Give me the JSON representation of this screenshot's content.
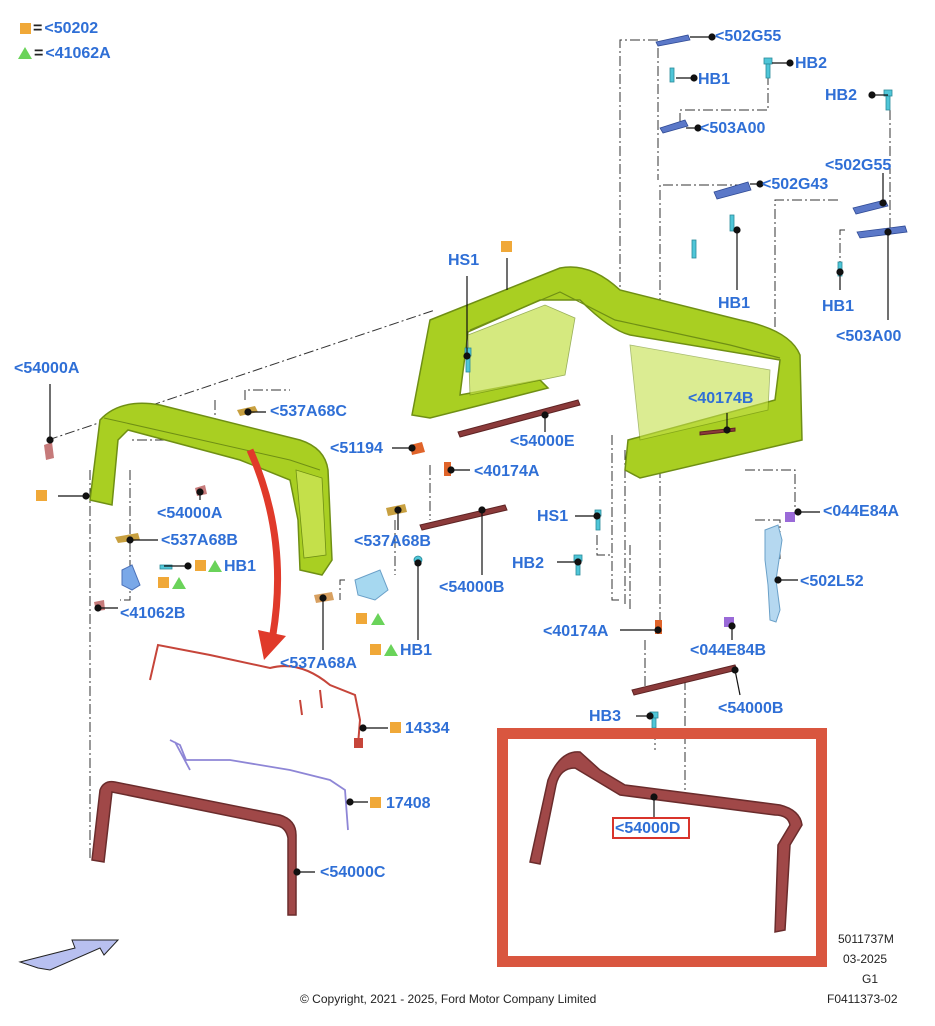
{
  "legend": [
    {
      "symbol": "square",
      "equals": "=",
      "code": "<50202"
    },
    {
      "symbol": "triangle",
      "equals": "=",
      "code": "<41062A"
    }
  ],
  "callouts": {
    "c502G55_a": "<502G55",
    "hb2_a": "HB2",
    "hb1_a": "HB1",
    "hb2_b": "HB2",
    "c503A00_a": "<503A00",
    "c502G43": "<502G43",
    "c502G55_b": "<502G55",
    "hs1_a": "HS1",
    "hb1_b": "HB1",
    "hb1_c": "HB1",
    "c503A00_b": "<503A00",
    "c54000A_a": "<54000A",
    "c537A68C": "<537A68C",
    "c40174B": "<40174B",
    "c51194": "<51194",
    "c54000E": "<54000E",
    "c40174A_a": "<40174A",
    "c54000A_b": "<54000A",
    "hs1_b": "HS1",
    "c044E84A": "<044E84A",
    "c537A68B_a": "<537A68B",
    "c537A68B_b": "<537A68B",
    "hb1_d": "HB1",
    "hb2_c": "HB2",
    "c502L52": "<502L52",
    "c54000B_a": "<54000B",
    "c41062B": "<41062B",
    "c40174A_b": "<40174A",
    "hb1_e": "HB1",
    "c044E84B": "<044E84B",
    "c537A68A": "<537A68A",
    "c54000B_b": "<54000B",
    "n14334": "14334",
    "hb3": "HB3",
    "n17408": "17408",
    "c54000D": "<54000D",
    "c54000C": "<54000C"
  },
  "footer": {
    "part_number": "5011737M",
    "date": "03-2025",
    "grade": "G1",
    "copyright": "© Copyright, 2021 - 2025, Ford Motor Company Limited",
    "figure_id": "F0411373-02"
  },
  "colors": {
    "callout_text": "#2f6fd6",
    "legend_square": "#f0a838",
    "legend_triangle": "#6ad35a",
    "frame_green": "#9cc21f",
    "seal_red": "#8b3a3a",
    "highlight_red": "#d9563f",
    "bracket_blue": "#5b78c8",
    "fastener_cyan": "#4fc6d8",
    "clip_orange": "#e0642a"
  }
}
